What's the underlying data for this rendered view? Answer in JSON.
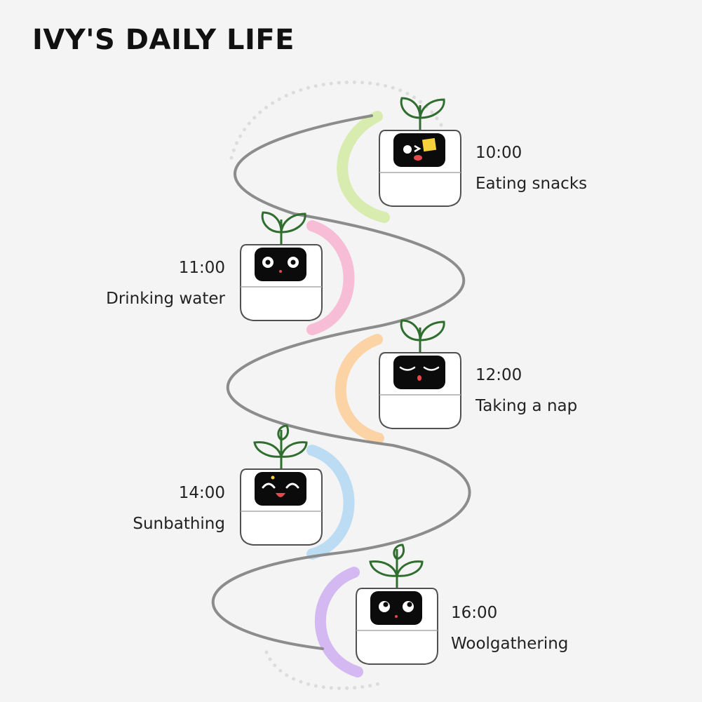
{
  "title": "IVY'S DAILY LIFE",
  "colors": {
    "background": "#f4f4f4",
    "path": "#8c8c8c",
    "leaf": "#2f6e2f",
    "screen": "#0b0b0b",
    "arc_green": "#d8ecb0",
    "arc_pink": "#f7bcd6",
    "arc_orange": "#fbd3a4",
    "arc_blue": "#bcdcf4",
    "arc_purple": "#d3b8f2"
  },
  "schedule": [
    {
      "time": "10:00",
      "activity": "Eating snacks",
      "expression": "wink-snack-icon",
      "arc": "arc_green"
    },
    {
      "time": "11:00",
      "activity": "Drinking water",
      "expression": "wide-eyes-icon",
      "arc": "arc_pink"
    },
    {
      "time": "12:00",
      "activity": "Taking a nap",
      "expression": "sleepy-icon",
      "arc": "arc_orange"
    },
    {
      "time": "14:00",
      "activity": "Sunbathing",
      "expression": "happy-icon",
      "arc": "arc_blue"
    },
    {
      "time": "16:00",
      "activity": "Woolgathering",
      "expression": "looking-up-icon",
      "arc": "arc_purple"
    }
  ]
}
